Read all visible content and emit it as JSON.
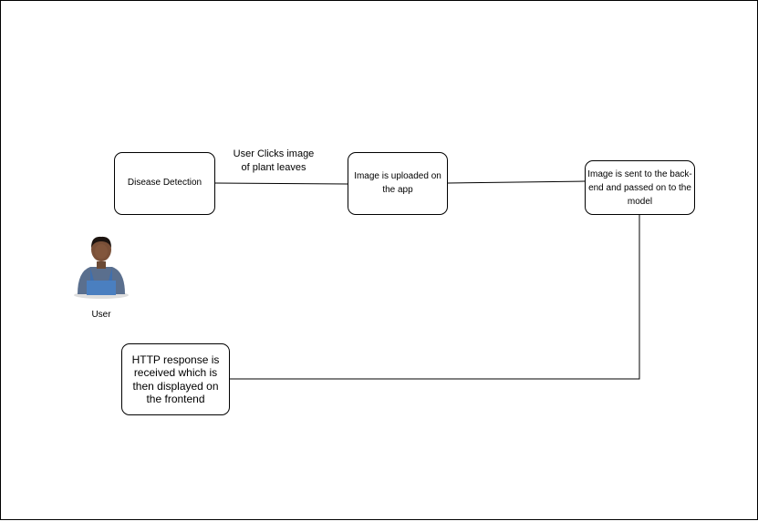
{
  "diagram": {
    "nodes": {
      "disease_detection": "Disease Detection",
      "image_uploaded": "Image is uploaded on the app",
      "sent_to_backend": "Image is sent to the back-end and passed on to the model",
      "http_response": "HTTP response is received which is then displayed on the frontend"
    },
    "edge_label": "User Clicks image of plant leaves",
    "actor_label": "User"
  }
}
